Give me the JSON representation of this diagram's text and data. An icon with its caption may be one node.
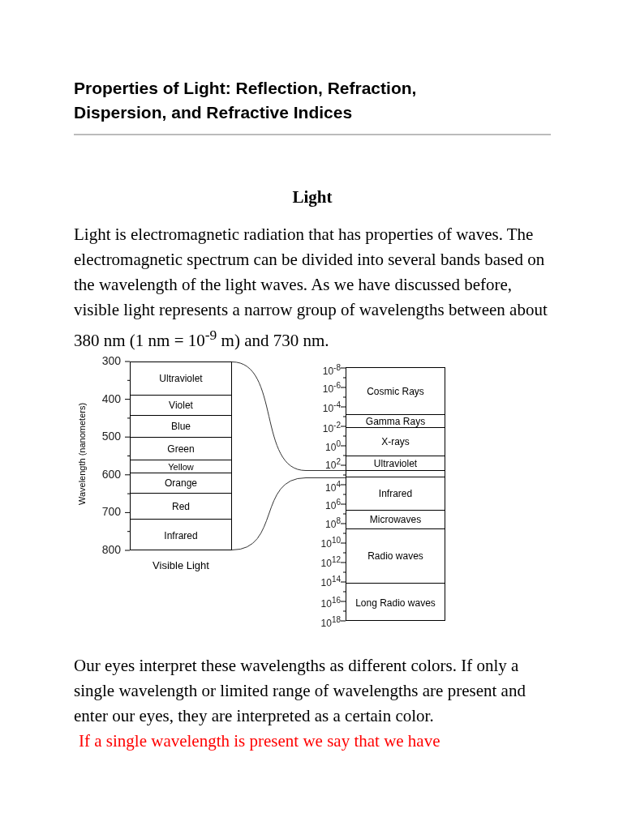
{
  "diagram": {
    "title": "Properties of Light: Reflection, Refraction, Dispersion, and Refractive Indices",
    "nodes": [
      {
        "text": [
          "Visible Light"
        ]
      },
      {
        "text": [
          "Ultraviolet"
        ],
        "in": 0
      },
      {
        "text": [
          "Violet"
        ],
        "in": 0
      },
      {
        "text": [
          "Blue"
        ],
        "in": 0
      },
      {
        "text": [
          "Green"
        ],
        "in": 0
      },
      {
        "text": [
          "Yellow"
        ],
        "in": 0
      },
      {
        "text": [
          "Orange"
        ],
        "in": 0
      },
      {
        "text": [
          "Red"
        ],
        "in": 0
      },
      {
        "text": [
          "Infrared"
        ],
        "in": 0
      },
      {
        "text": [],
        "shape": "box"
      },
      {
        "text": [
          "Cosmic Rays"
        ],
        "in": 9
      },
      {
        "text": [
          "Gamma Rays"
        ],
        "in": 9
      },
      {
        "text": [
          "X-rays"
        ],
        "in": 9
      },
      {
        "text": [
          "Ultraviolet"
        ],
        "in": 9
      },
      {
        "text": [],
        "shape": "bar",
        "in": 9
      },
      {
        "text": [
          "Infrared"
        ],
        "in": 9
      },
      {
        "text": [
          "Microwaves"
        ],
        "in": 9
      },
      {
        "text": [
          "Radio waves"
        ],
        "in": 9
      },
      {
        "text": [
          "Long Radio waves"
        ],
        "in": 9
      }
    ],
    "edges": [
      {
        "from": 0,
        "to": 14,
        "arrow": "none"
      },
      {
        "from": 0,
        "to": 14,
        "arrow": "none"
      }
    ],
    "labels": [
      "Light",
      "Light is electromagnetic radiation that has properties of waves. The electromagnetic spectrum can be divided into several bands based on the wavelength of the light waves.  As we have discussed before, visible light represents a narrow group of wavelengths between about 380 nm (1 nm = 10$^{-9}$ m) and 730 nm.",
      "Wavelength (nanometers)",
      "300",
      "400",
      "500",
      "600",
      "700",
      "800",
      "10$^{-8}$",
      "10$^{-6}$",
      "10$^{-4}$",
      "10$^{-2}$",
      "10$^{0}$",
      "10$^{2}$",
      "10$^{4}$",
      "10$^{6}$",
      "10$^{8}$",
      "10$^{10}$",
      "10$^{12}$",
      "10$^{14}$",
      "10$^{16}$",
      "10$^{18}$",
      "Our eyes interpret these wavelengths as different colors.  If only a single wavelength or limited range of wavelengths are present and enter our eyes, they are interpreted as a certain color.",
      "If a single wavelength is present we say that we have"
    ]
  }
}
